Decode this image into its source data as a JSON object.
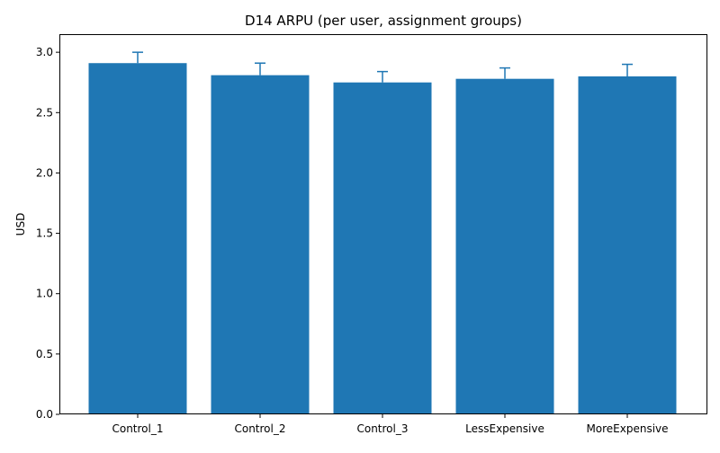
{
  "chart_data": {
    "type": "bar",
    "title": "D14 ARPU (per user, assignment groups)",
    "xlabel": "",
    "ylabel": "USD",
    "categories": [
      "Control_1",
      "Control_2",
      "Control_3",
      "LessExpensive",
      "MoreExpensive"
    ],
    "values": [
      2.91,
      2.81,
      2.75,
      2.78,
      2.8
    ],
    "error_upper": [
      3.0,
      2.91,
      2.84,
      2.87,
      2.9
    ],
    "ylim": [
      0,
      3.15
    ],
    "yticks": [
      "0.0",
      "0.5",
      "1.0",
      "1.5",
      "2.0",
      "2.5",
      "3.0"
    ],
    "grid": false,
    "bar_color": "#1f77b4",
    "error_color": "#1f77b4"
  }
}
